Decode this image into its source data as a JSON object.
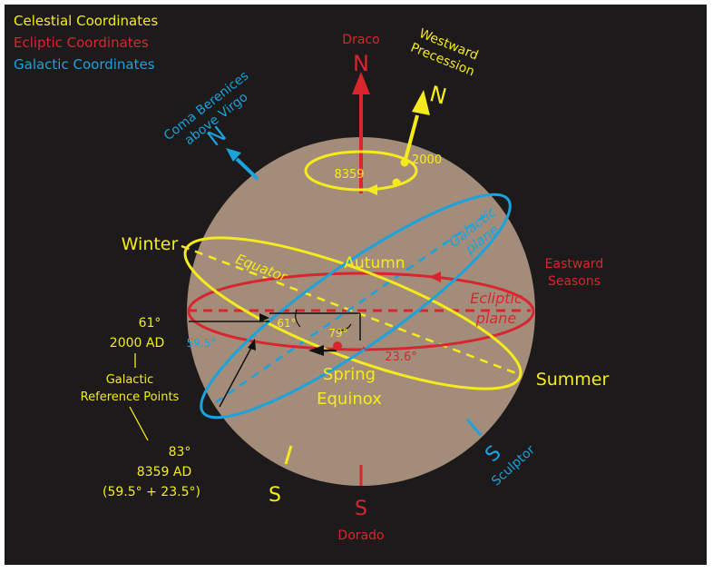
{
  "colors": {
    "background": "#1d1a1b",
    "sphere": "#a48c7b",
    "celestial": "#f5eb1c",
    "ecliptic": "#d8262e",
    "galactic": "#1aa3dc",
    "black": "#111111"
  },
  "legend": {
    "celestial": "Celestial Coordinates",
    "ecliptic": "Ecliptic Coordinates",
    "galactic": "Galactic Coordinates"
  },
  "ecliptic": {
    "pole_star": "Draco",
    "north": "N",
    "south": "S",
    "south_star": "Dorado",
    "seasons_line1": "Eastward",
    "seasons_line2": "Seasons",
    "plane_line1": "Ecliptic",
    "plane_line2": "plane",
    "obliquity": "23.6°"
  },
  "celestial": {
    "precession_line1": "Westward",
    "precession_line2": "Precession",
    "north": "N",
    "south": "S",
    "year_a": "2000",
    "year_b": "8359",
    "equator": "Equator",
    "winter": "Winter",
    "summer": "Summer",
    "autumn": "Autumn",
    "spring_line1": "Spring",
    "spring_line2": "Equinox",
    "angle_79": "79°"
  },
  "galactic": {
    "pole_line1": "Coma Berenices",
    "pole_line2": "above Virgo",
    "north": "N",
    "south": "S",
    "south_star": "Sculptor",
    "plane_line1": "Galactic",
    "plane_line2": "plane",
    "angle_61": "61°",
    "angle_59": "59.5°"
  },
  "reference": {
    "a_angle": "61°",
    "a_year": "2000 AD",
    "title_line1": "Galactic",
    "title_line2": "Reference Points",
    "b_angle": "83°",
    "b_year": "8359 AD",
    "b_formula": "(59.5° + 23.5°)"
  }
}
